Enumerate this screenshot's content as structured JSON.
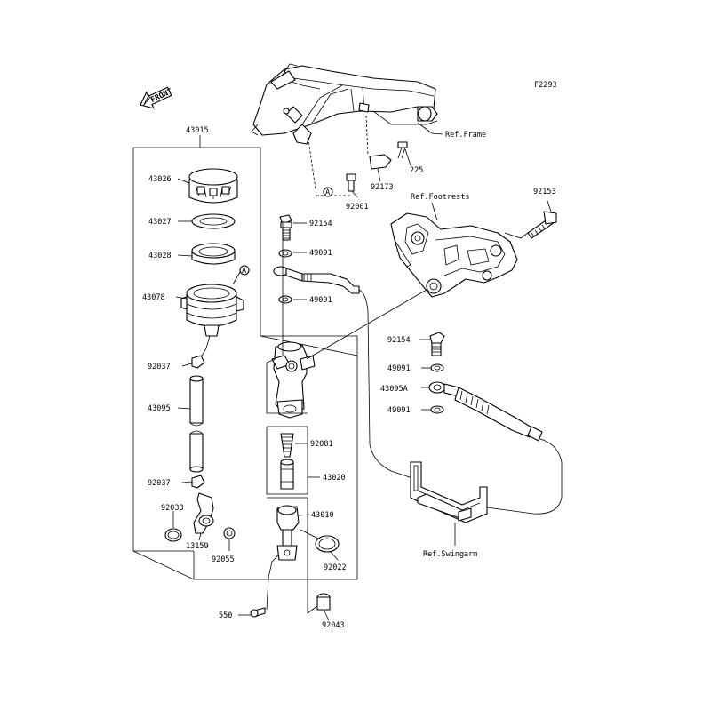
{
  "diagram_code": "F2293",
  "front_arrow_label": "FRONT",
  "refs": {
    "frame": "Ref.Frame",
    "footrests": "Ref.Footrests",
    "swingarm": "Ref.Swingarm"
  },
  "markers": {
    "a": "A"
  },
  "parts": {
    "p43015": "43015",
    "p43026": "43026",
    "p43027": "43027",
    "p43028": "43028",
    "p43078": "43078",
    "p92037_top": "92037",
    "p43095": "43095",
    "p92037_bottom": "92037",
    "p92033": "92033",
    "p13159": "13159",
    "p92055": "92055",
    "p92001": "92001",
    "p92173": "92173",
    "p225": "225",
    "p92153": "92153",
    "p92154_top": "92154",
    "p49091_a": "49091",
    "p49091_b": "49091",
    "p92154_right": "92154",
    "p49091_c": "49091",
    "p43095A": "43095A",
    "p49091_d": "49091",
    "p92081": "92081",
    "p43020": "43020",
    "p43010": "43010",
    "p92022": "92022",
    "p550": "550",
    "p92043": "92043"
  }
}
